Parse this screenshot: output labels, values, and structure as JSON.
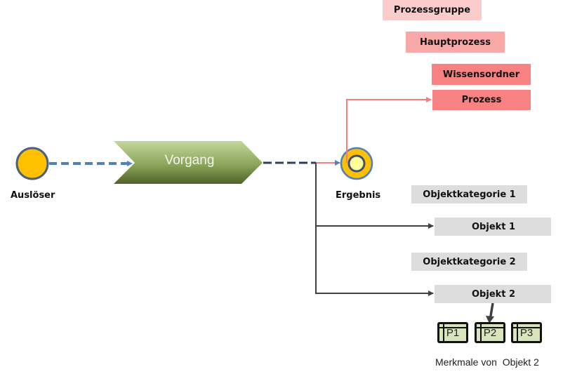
{
  "legend": {
    "process_group": "Prozessgruppe",
    "main_process": "Hauptprozess",
    "knowledge_folder": "Wissensordner",
    "process": "Prozess"
  },
  "flow": {
    "trigger_label": "Auslöser",
    "activity_label": "Vorgang",
    "result_label": "Ergebnis"
  },
  "objects": {
    "category_1": "Objektkategorie 1",
    "object_1": "Objekt 1",
    "category_2": "Objektkategorie 2",
    "object_2": "Objekt 2"
  },
  "properties": {
    "items": [
      "P1",
      "P2",
      "P3"
    ],
    "caption": "Merkmale von  Objekt 2"
  },
  "colors": {
    "trigger_fill": "#ffc000",
    "node_border": "#4a6fa0",
    "dash_blue": "#4f81bd",
    "pink_line": "#f08080",
    "activity_green": "#77933c",
    "result_inner": "#ffff99"
  }
}
